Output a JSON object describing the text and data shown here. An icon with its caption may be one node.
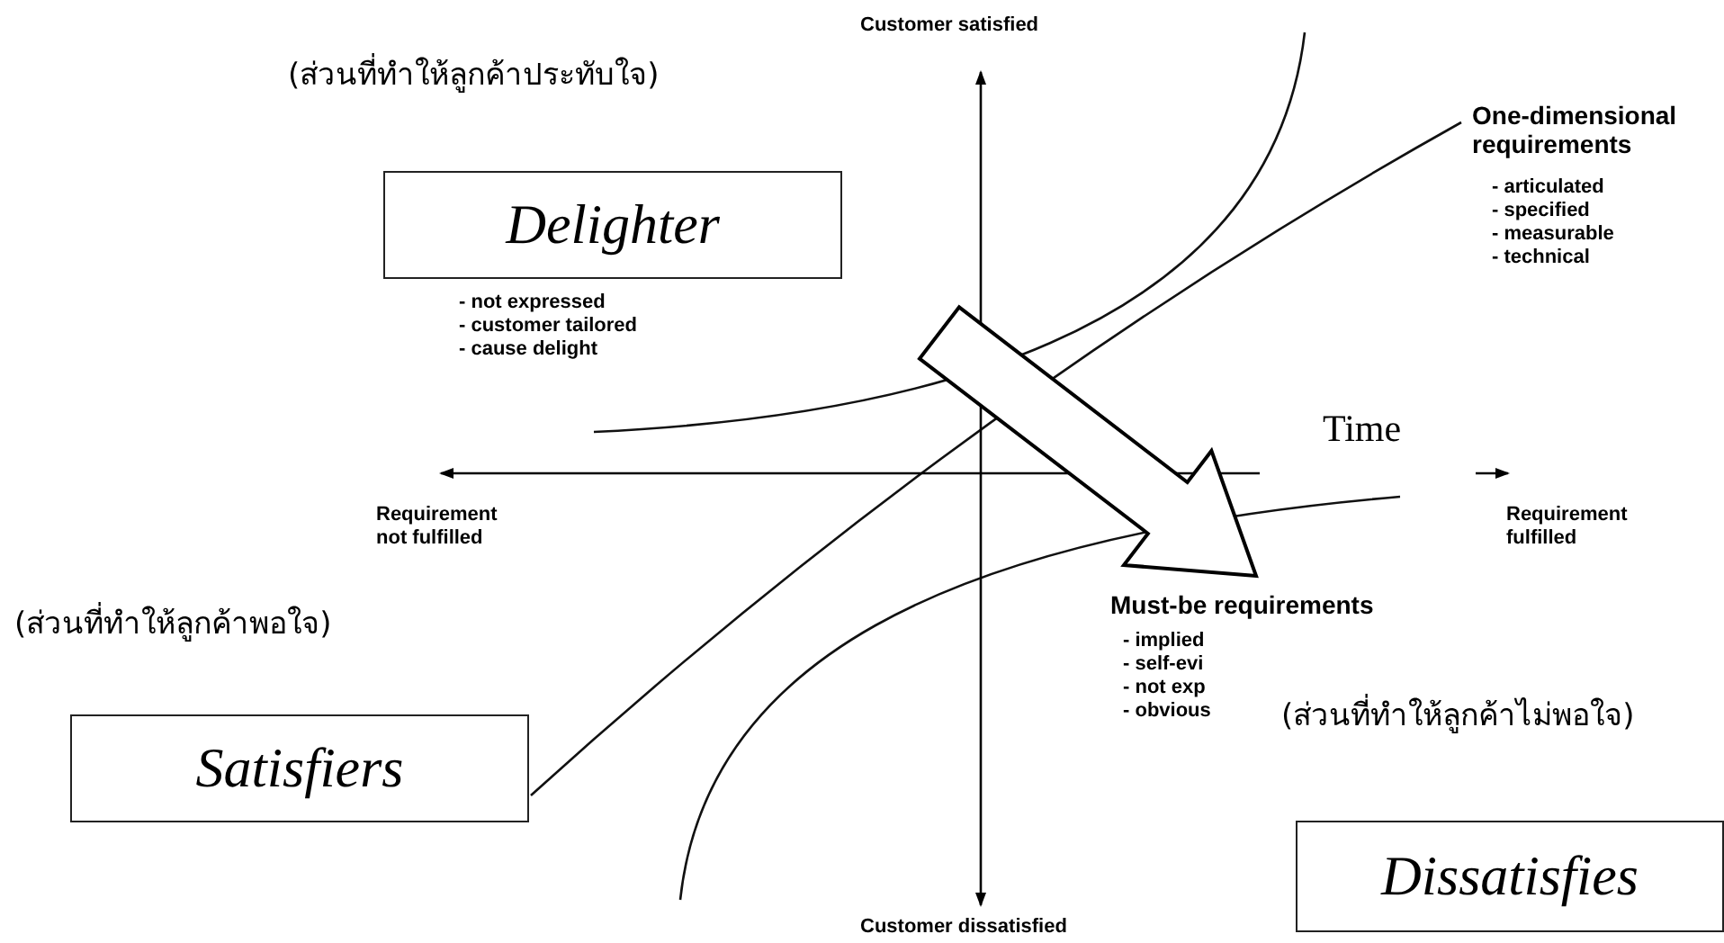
{
  "diagram": {
    "nodes": [
      {
        "text": [
          "Delighter"
        ],
        "beside": [
          "- not expressed",
          "- customer tailored",
          "- cause delight"
        ]
      },
      {
        "text": [
          "Satisfiers"
        ]
      },
      {
        "text": [
          "Dissatisfies"
        ]
      }
    ],
    "edges": [],
    "labels": [
      "(ส่วนที่ทำให้ลูกค้าประทับใจ)",
      "Customer satisfied",
      "One-dimensional requirements",
      "- articulated",
      "- specified",
      "- measurable",
      "- technical",
      "Time",
      "Requirement not fulfilled",
      "Requirement fulfilled",
      "(ส่วนที่ทำให้ลูกค้าพอใจ)",
      "Must-be requirements",
      "- implied",
      "- self-evi",
      "- not exp",
      "- obvious",
      "(ส่วนที่ทำให้ลูกค้าไม่พอใจ)",
      "Customer dissatisfied"
    ]
  }
}
